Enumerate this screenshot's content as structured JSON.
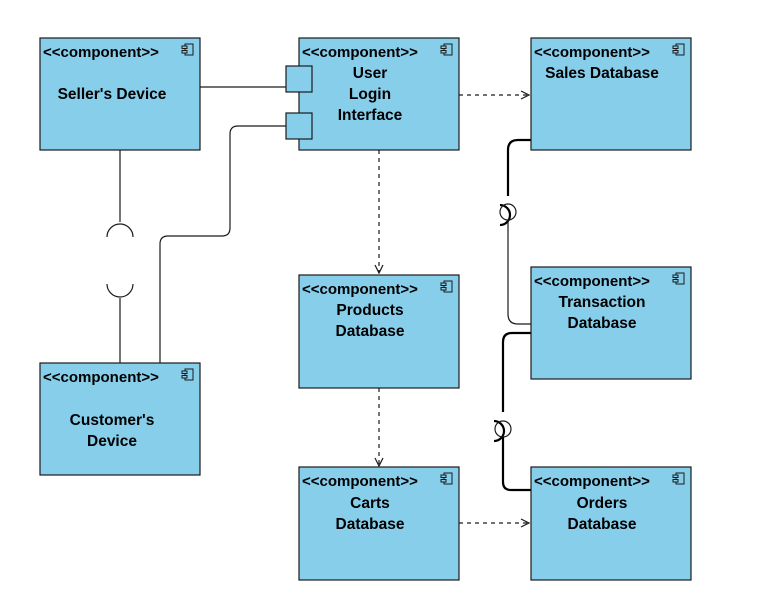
{
  "stereotype": "<<component>>",
  "components": {
    "sellers_device": {
      "lines": [
        "Seller's Device"
      ]
    },
    "user_login": {
      "lines": [
        "User",
        "Login",
        "Interface"
      ]
    },
    "sales_db": {
      "lines": [
        "Sales Database"
      ]
    },
    "products_db": {
      "lines": [
        "Products",
        "Database"
      ]
    },
    "transaction_db": {
      "lines": [
        "Transaction",
        "Database"
      ]
    },
    "customers_device": {
      "lines": [
        "Customer's",
        "Device"
      ]
    },
    "carts_db": {
      "lines": [
        "Carts",
        "Database"
      ]
    },
    "orders_db": {
      "lines": [
        "Orders",
        "Database"
      ]
    }
  },
  "colors": {
    "component_fill": "#87CEEB",
    "stroke": "#1a1a1a"
  }
}
